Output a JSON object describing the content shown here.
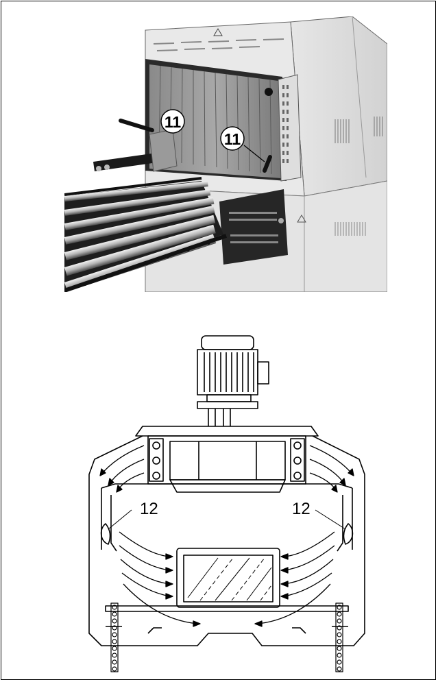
{
  "photo": {
    "callout_left": "11",
    "callout_right": "11"
  },
  "diagram": {
    "callout_left": "12",
    "callout_right": "12"
  }
}
